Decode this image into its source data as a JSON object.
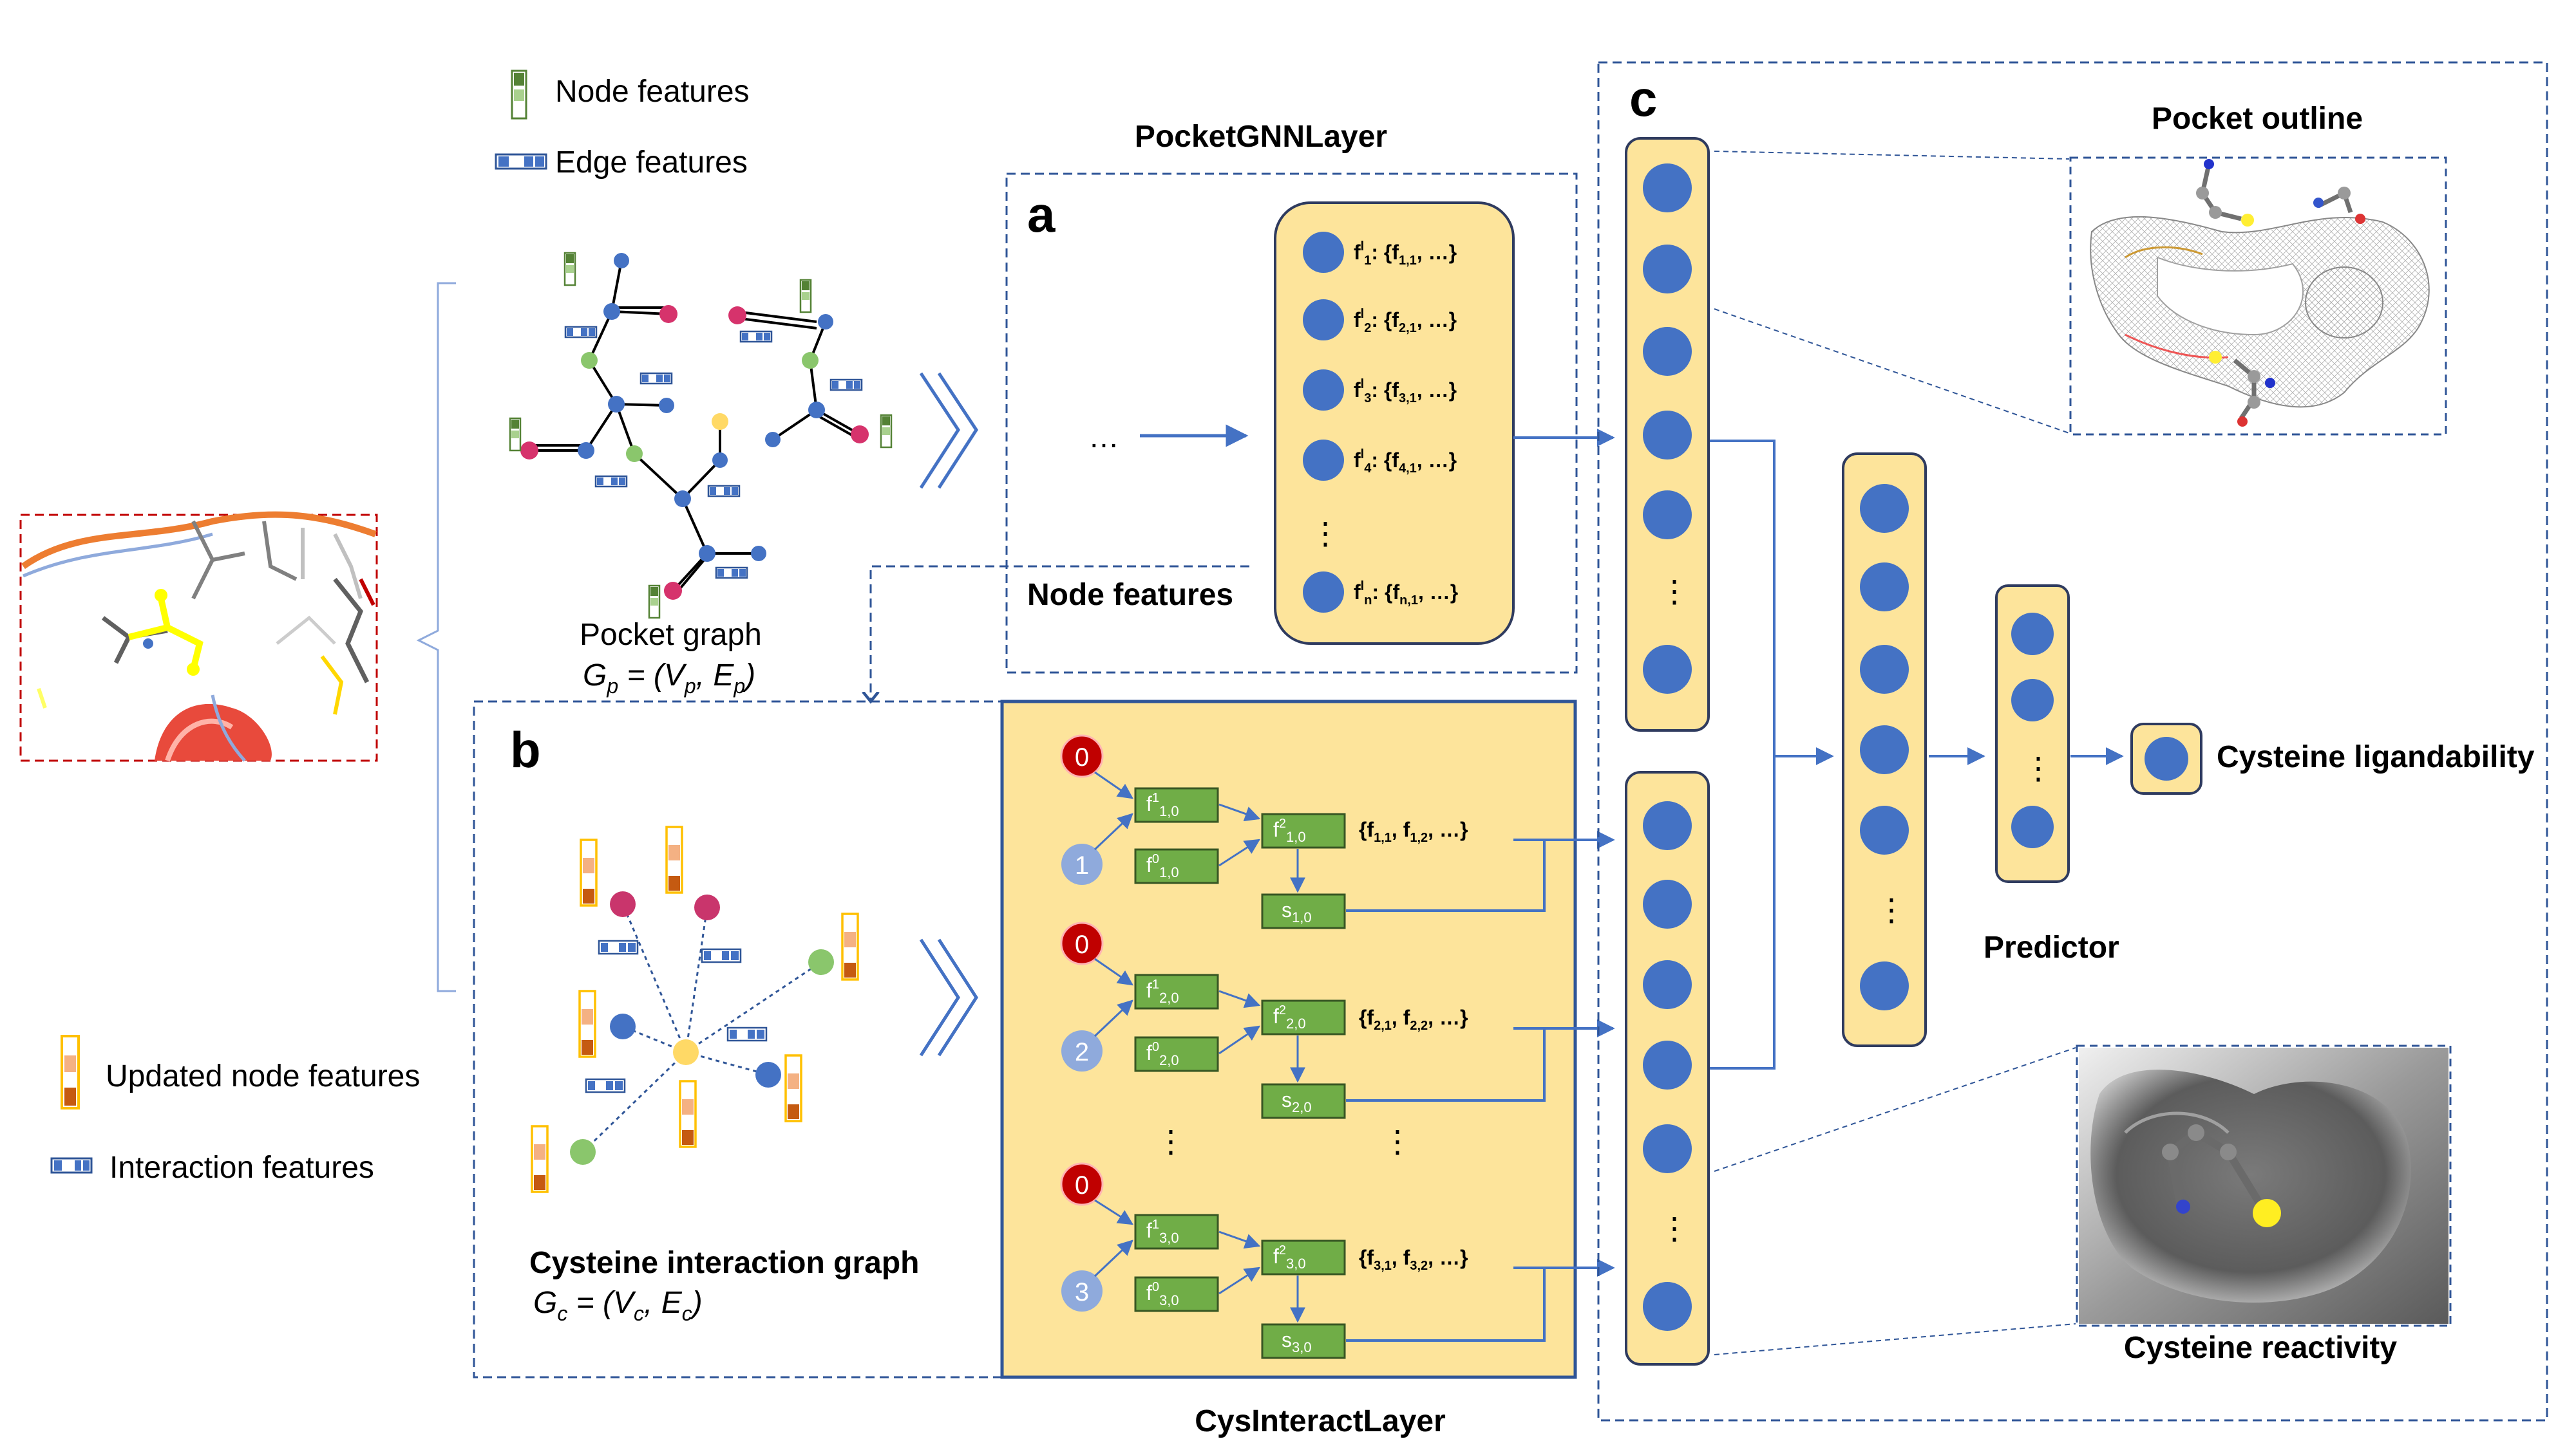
{
  "legend": {
    "node_features": "Node features",
    "edge_features": "Edge features",
    "updated_node_features": "Updated node features",
    "interaction_features": "Interaction features"
  },
  "pocket_graph": {
    "title": "Pocket graph",
    "formula": "G",
    "formula_sub": "p",
    "formula_rest": " = (V",
    "formula_sub2": "p",
    "formula_mid": ", E",
    "formula_sub3": "p",
    "formula_end": ")"
  },
  "cys_graph": {
    "title": "Cysteine interaction graph",
    "formula": "G",
    "formula_sub": "c",
    "formula_rest": " = (V",
    "formula_sub2": "c",
    "formula_mid": ", E",
    "formula_sub3": "c",
    "formula_end": ")"
  },
  "panel_a": {
    "letter": "a",
    "title": "PocketGNNLayer",
    "ellipsis": "…",
    "node_features_label": "Node features",
    "features": [
      {
        "name": "f",
        "sup": "l",
        "sub": "1",
        "set": ": {f",
        "set_sub": "1,1",
        "set_end": ", …}"
      },
      {
        "name": "f",
        "sup": "l",
        "sub": "2",
        "set": ": {f",
        "set_sub": "2,1",
        "set_end": ", …}"
      },
      {
        "name": "f",
        "sup": "l",
        "sub": "3",
        "set": ": {f",
        "set_sub": "3,1",
        "set_end": ", …}"
      },
      {
        "name": "f",
        "sup": "l",
        "sub": "4",
        "set": ": {f",
        "set_sub": "4,1",
        "set_end": ", …}"
      },
      {
        "name": "f",
        "sup": "l",
        "sub": "n",
        "set": ": {f",
        "set_sub": "n,1",
        "set_end": ", …}"
      }
    ],
    "vdots": "⋮"
  },
  "panel_b": {
    "letter": "b",
    "title": "CysInteractLayer",
    "rows": [
      {
        "zero": "0",
        "idx": "1",
        "f1_sub": "1,0",
        "f0_sub": "1,0",
        "f2_sub": "1,0",
        "s_sub": "1,0",
        "set": "{f",
        "set_sub1": "1,1",
        "set_mid": ", f",
        "set_sub2": "1,2",
        "set_end": ", …}"
      },
      {
        "zero": "0",
        "idx": "2",
        "f1_sub": "2,0",
        "f0_sub": "2,0",
        "f2_sub": "2,0",
        "s_sub": "2,0",
        "set": "{f",
        "set_sub1": "2,1",
        "set_mid": ", f",
        "set_sub2": "2,2",
        "set_end": ", …}"
      },
      {
        "zero": "0",
        "idx": "3",
        "f1_sub": "3,0",
        "f0_sub": "3,0",
        "f2_sub": "3,0",
        "s_sub": "3,0",
        "set": "{f",
        "set_sub1": "3,1",
        "set_mid": ", f",
        "set_sub2": "3,2",
        "set_end": ", …}"
      }
    ],
    "box_f": "f",
    "box_s": "s",
    "sup1": "1",
    "sup0": "0",
    "sup2": "2",
    "vdots": "⋮"
  },
  "panel_c": {
    "letter": "c",
    "pocket_outline": "Pocket outline",
    "cysteine_reactivity": "Cysteine reactivity",
    "predictor": "Predictor",
    "output_label": "Cysteine ligandability",
    "vdots": "⋮"
  },
  "colors": {
    "panel_fill": "#fde49b",
    "node_blue": "#4472c4",
    "dash_blue": "#2f5597",
    "arrow_blue": "#4472c4",
    "green_box": "#70ad47",
    "red_node": "#c00000",
    "light_blue_node": "#8faadc"
  }
}
